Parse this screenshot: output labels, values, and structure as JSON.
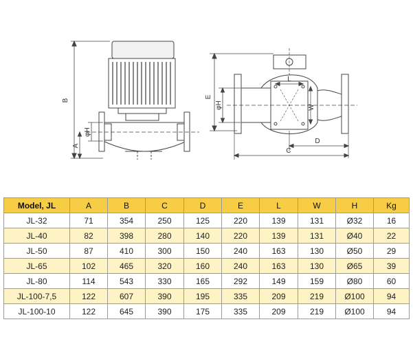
{
  "drawing": {
    "labels": {
      "A": "A",
      "B": "B",
      "phiH_left": "φH",
      "E": "E",
      "phiH_right": "φH",
      "L": "L",
      "W": "W",
      "C": "C",
      "D": "D"
    }
  },
  "table": {
    "headers": [
      "Model, JL",
      "A",
      "B",
      "C",
      "D",
      "E",
      "L",
      "W",
      "H",
      "Kg"
    ],
    "rows": [
      [
        "JL-32",
        "71",
        "354",
        "250",
        "125",
        "220",
        "139",
        "131",
        "Ø32",
        "16"
      ],
      [
        "JL-40",
        "82",
        "398",
        "280",
        "140",
        "220",
        "139",
        "131",
        "Ø40",
        "22"
      ],
      [
        "JL-50",
        "87",
        "410",
        "300",
        "150",
        "240",
        "163",
        "130",
        "Ø50",
        "29"
      ],
      [
        "JL-65",
        "102",
        "465",
        "320",
        "160",
        "240",
        "163",
        "130",
        "Ø65",
        "39"
      ],
      [
        "JL-80",
        "114",
        "543",
        "330",
        "165",
        "292",
        "149",
        "159",
        "Ø80",
        "60"
      ],
      [
        "JL-100-7,5",
        "122",
        "607",
        "390",
        "195",
        "335",
        "209",
        "219",
        "Ø100",
        "94"
      ],
      [
        "JL-100-10",
        "122",
        "645",
        "390",
        "175",
        "335",
        "209",
        "219",
        "Ø100",
        "94"
      ]
    ]
  }
}
